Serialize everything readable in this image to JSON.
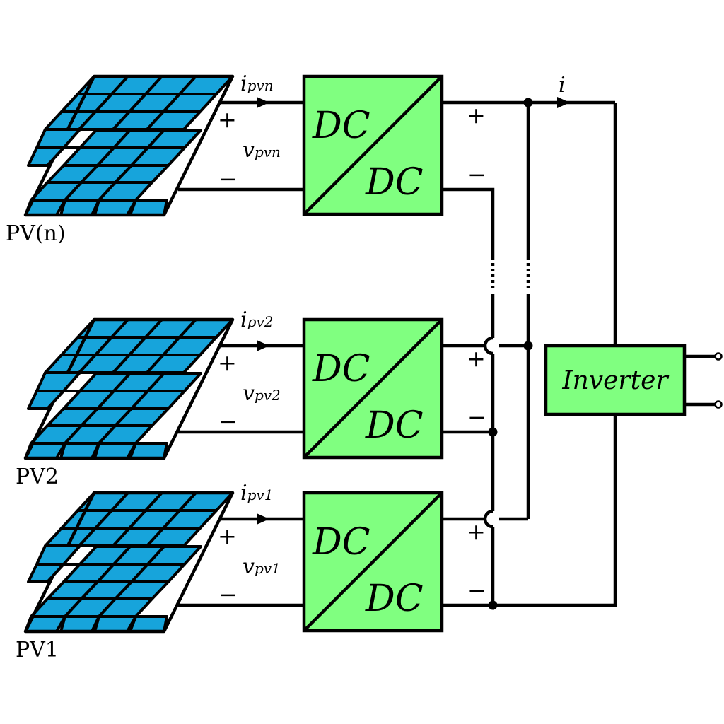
{
  "stages": [
    {
      "id": "n",
      "panel_label": "PV(n)",
      "current": {
        "main": "i",
        "sub": "pvn"
      },
      "voltage": {
        "main": "v",
        "sub": "pvn"
      },
      "converter": {
        "top": "DC",
        "bottom": "DC"
      }
    },
    {
      "id": "2",
      "panel_label": "PV2",
      "current": {
        "main": "i",
        "sub": "pv2"
      },
      "voltage": {
        "main": "v",
        "sub": "pv2"
      },
      "converter": {
        "top": "DC",
        "bottom": "DC"
      }
    },
    {
      "id": "1",
      "panel_label": "PV1",
      "current": {
        "main": "i",
        "sub": "pv1"
      },
      "voltage": {
        "main": "v",
        "sub": "pv1"
      },
      "converter": {
        "top": "DC",
        "bottom": "DC"
      }
    }
  ],
  "signs": {
    "plus": "+",
    "minus": "−"
  },
  "output_current": "i",
  "inverter_label": "Inverter"
}
